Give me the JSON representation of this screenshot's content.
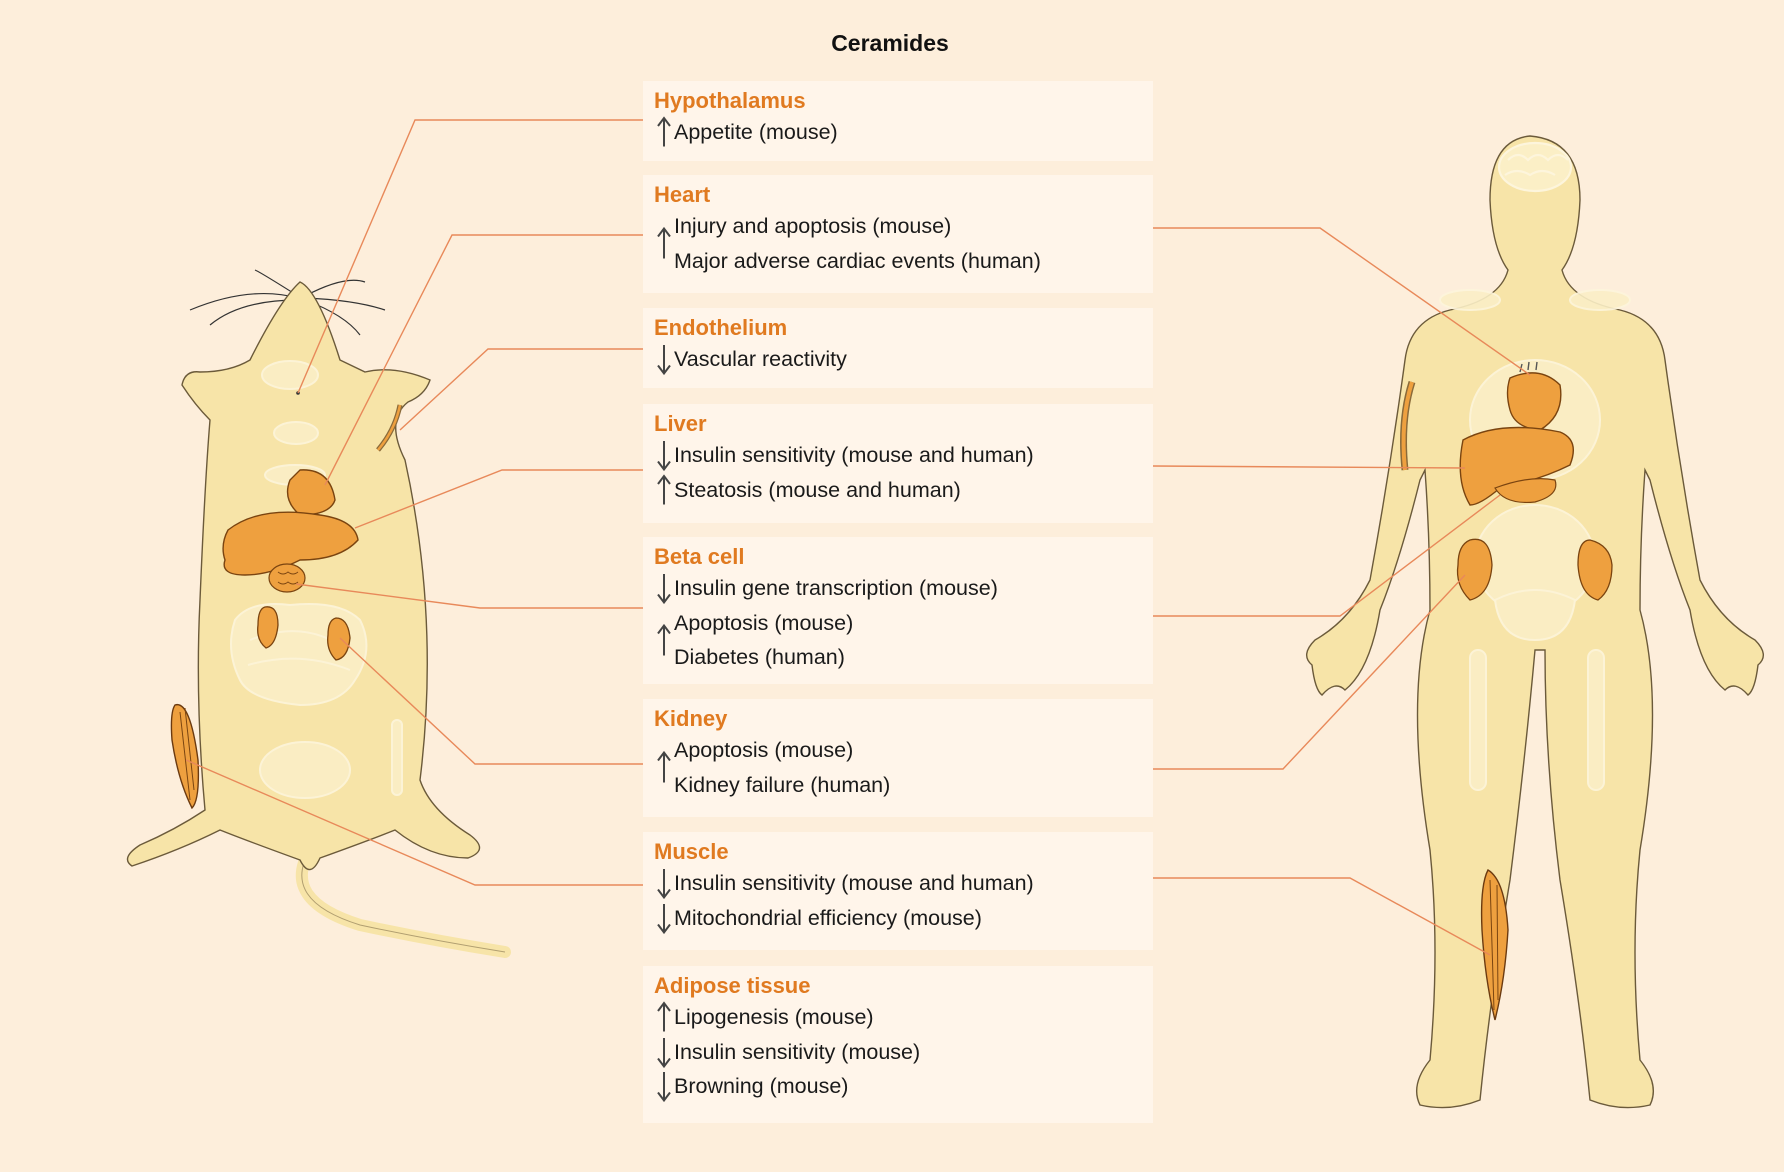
{
  "title": "Ceramides",
  "colors": {
    "background": "#fdeedb",
    "box": "#fff5ea",
    "heading": "#e07a20",
    "organ": "#eea03f",
    "body": "#f7e4a8",
    "leader": "#e8895a"
  },
  "organs": [
    {
      "name": "Hypothalamus",
      "groups": [
        {
          "direction": "up",
          "effects": [
            "Appetite (mouse)"
          ]
        }
      ]
    },
    {
      "name": "Heart",
      "groups": [
        {
          "direction": "up",
          "effects": [
            "Injury and apoptosis (mouse)",
            "Major adverse cardiac events (human)"
          ]
        }
      ]
    },
    {
      "name": "Endothelium",
      "groups": [
        {
          "direction": "down",
          "effects": [
            "Vascular reactivity"
          ]
        }
      ]
    },
    {
      "name": "Liver",
      "groups": [
        {
          "direction": "down",
          "effects": [
            "Insulin sensitivity (mouse and human)"
          ]
        },
        {
          "direction": "up",
          "effects": [
            "Steatosis (mouse and human)"
          ]
        }
      ]
    },
    {
      "name": "Beta cell",
      "groups": [
        {
          "direction": "down",
          "effects": [
            "Insulin gene transcription (mouse)"
          ]
        },
        {
          "direction": "up",
          "effects": [
            "Apoptosis (mouse)",
            "Diabetes (human)"
          ]
        }
      ]
    },
    {
      "name": "Kidney",
      "groups": [
        {
          "direction": "up",
          "effects": [
            "Apoptosis (mouse)",
            "Kidney failure (human)"
          ]
        }
      ]
    },
    {
      "name": "Muscle",
      "groups": [
        {
          "direction": "down",
          "effects": [
            "Insulin sensitivity (mouse and human)"
          ]
        },
        {
          "direction": "down",
          "effects": [
            "Mitochondrial efficiency (mouse)"
          ]
        }
      ]
    },
    {
      "name": "Adipose tissue",
      "groups": [
        {
          "direction": "up",
          "effects": [
            "Lipogenesis (mouse)"
          ]
        },
        {
          "direction": "down",
          "effects": [
            "Insulin sensitivity (mouse)"
          ]
        },
        {
          "direction": "down",
          "effects": [
            "Browning (mouse)"
          ]
        }
      ]
    }
  ]
}
